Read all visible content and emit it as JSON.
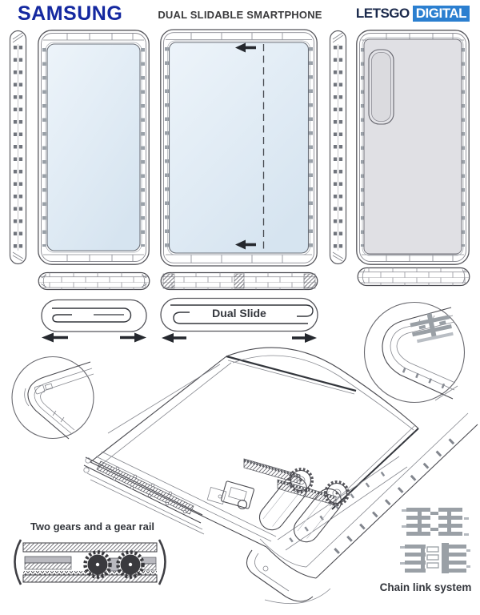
{
  "header": {
    "brand": "SAMSUNG",
    "title": "DUAL SLIDABLE SMARTPHONE",
    "logo": {
      "primary": "LETSGO",
      "secondary": "DIGITAL"
    }
  },
  "labels": {
    "dual_slide": "Dual Slide",
    "gears": "Two gears and a gear rail",
    "chain": "Chain link system"
  },
  "figures": {
    "left_side_view": "closed phone side profile with chain links",
    "closed_front": "closed phone front with display",
    "extended_front": "dual-extended phone front with slide direction arrows",
    "right_side_view": "phone side profile with chain links",
    "back_view": "phone rear with camera module",
    "top_views": "top edge views with chain-link bricks",
    "cross_sections": "rolled display cross-sections with expand arrows",
    "detail_circles": "corner zoom details",
    "perspective": "internal slide mechanism with rollers, gears and racks",
    "gear_diagram": "two gears meshing between gear rails",
    "chain_diagram": "interlocking chain link pieces"
  },
  "colors": {
    "samsung_blue": "#1428a0",
    "letsgo_navy": "#1b2a4c",
    "digital_blue": "#2b7fd0",
    "title_gray": "#3a3a3c",
    "line_gray": "#4a4a50",
    "screen_top": "#edf4fa",
    "screen_bottom": "#d6e4f0",
    "back_panel": "#e0e0e4",
    "chain_gray": "#9aa0a6",
    "gear_dark": "#3a3a3e"
  }
}
